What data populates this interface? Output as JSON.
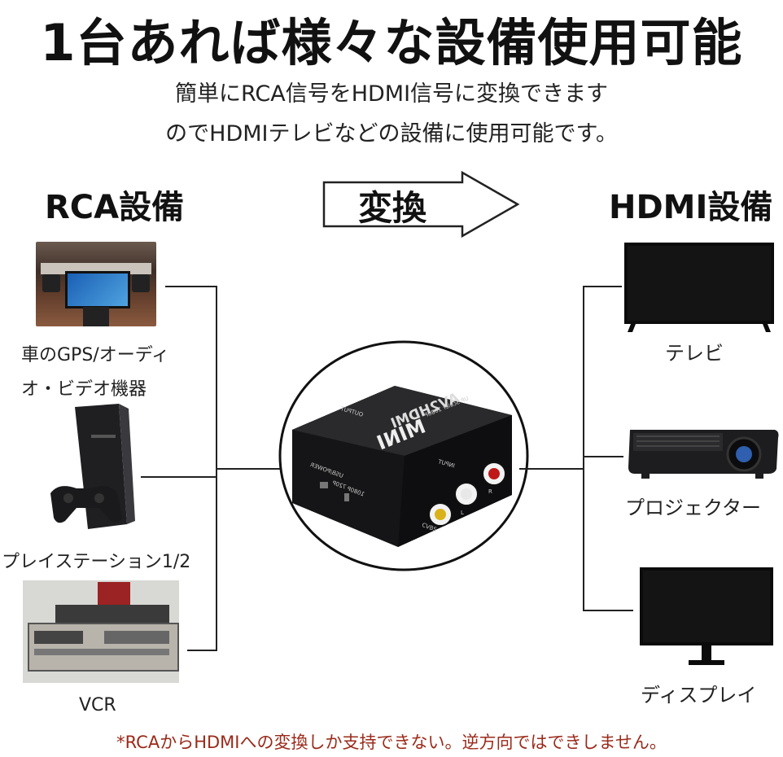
{
  "title": "1台あれば様々な設備使用可能",
  "subtitle": [
    "簡単にRCA信号をHDMI信号に変換できます",
    "のでHDMIテレビなどの設備に使用可能です。"
  ],
  "left_heading": "RCA設備",
  "right_heading": "HDMI設備",
  "arrow_label": "変換",
  "left_devices": [
    {
      "label_lines": [
        "車のGPS/オーディ",
        "オ・ビデオ機器"
      ]
    },
    {
      "label_lines": [
        "プレイステーション1/2"
      ]
    },
    {
      "label_lines": [
        "VCR"
      ]
    }
  ],
  "right_devices": [
    {
      "label": "テレビ"
    },
    {
      "label": "プロジェクター"
    },
    {
      "label": "ディスプレイ"
    }
  ],
  "converter": {
    "brand": "MINI",
    "model": "AV2HDMI",
    "spec": "UP Scaler 1080P",
    "output_label": "OUTPUT",
    "input_label": "INPUT",
    "power_label": "USB/POWER",
    "switch_labels": [
      "720P",
      "1080P"
    ],
    "port_labels": [
      "R",
      "L",
      "CVBS"
    ]
  },
  "footnote": "*RCAからHDMIへの変換しか支持できない。逆方向ではできしません。",
  "colors": {
    "footnote": "#9a2a1a",
    "text": "#111111",
    "line": "#222222"
  }
}
